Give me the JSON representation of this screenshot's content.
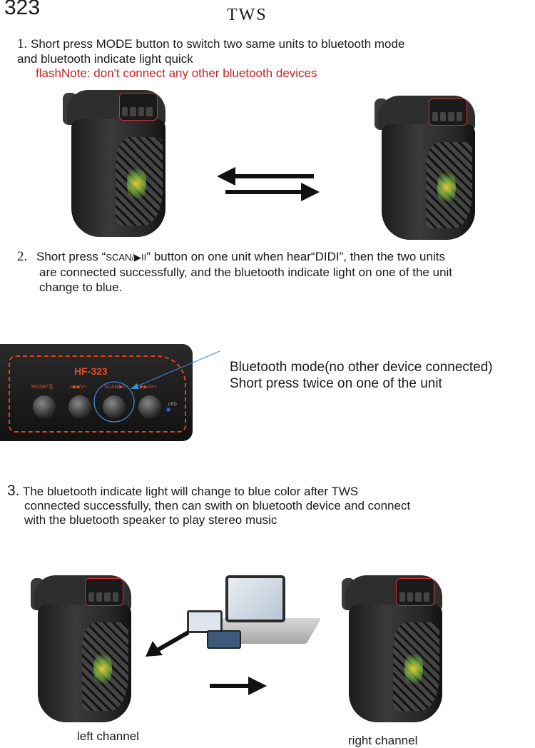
{
  "header": {
    "model": "323",
    "title": "TWS"
  },
  "step1": {
    "number": "1.",
    "line1": "Short press MODE button to switch two same units to bluetooth mode",
    "line2": "and bluetooth indicate light quick",
    "note": "flashNote: don't connect any other bluetooth devices"
  },
  "step2": {
    "number": "2.",
    "line1_a": "Short press",
    "quote_open": "“",
    "button_name": "SCAN/▶II",
    "quote_close": "”",
    "line1_b": "button on one unit when hear",
    "didi": "“DIDI”",
    "line1_c": ", then the two units",
    "line2": "are connected successfully, and the bluetooth indicate light on one of the unit",
    "line3": "change to blue."
  },
  "panel": {
    "name": "HF-323",
    "buttons": [
      "MODE/🎙",
      "I◀◀/V−",
      "SCAN/▶II",
      "▶▶I/V+"
    ],
    "led_label": "LED"
  },
  "callout": {
    "line1": "Bluetooth mode(no other device connected)",
    "line2": "Short press twice on one of the unit"
  },
  "step3": {
    "number": "3.",
    "line1": "The bluetooth indicate light will change to blue color after TWS",
    "line2": "connected successfully, then can swith on bluetooth device and connect",
    "line3": "with the bluetooth speaker to play stereo music"
  },
  "channels": {
    "left": "left channel",
    "right": "right channel"
  },
  "colors": {
    "note_red": "#c8231f",
    "panel_orange": "#e0451f",
    "callout_blue": "#3b8ed8"
  }
}
